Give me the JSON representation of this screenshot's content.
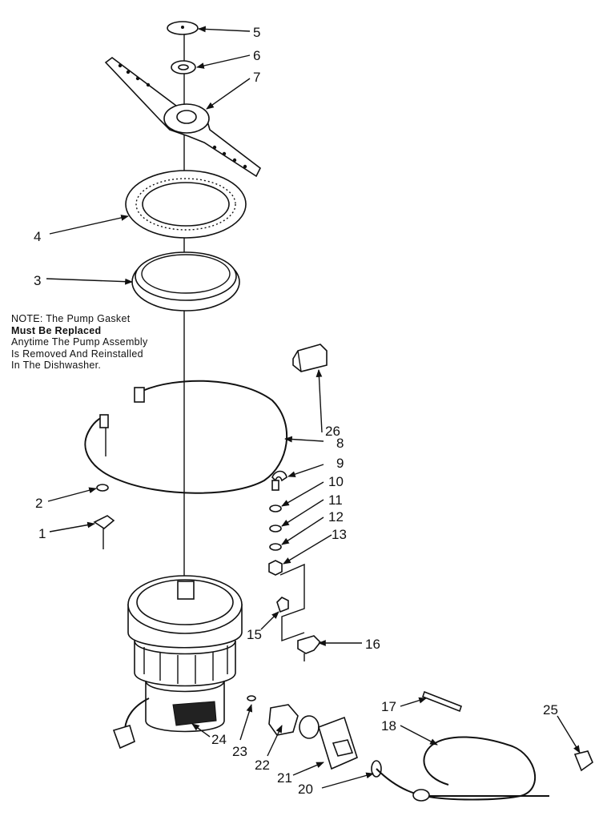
{
  "note": {
    "lines": [
      "NOTE: The Pump Gasket",
      "Must Be Replaced",
      "Anytime The Pump Assembly",
      "Is Removed And Reinstalled",
      "In The Dishwasher."
    ]
  },
  "callouts": [
    "1",
    "2",
    "3",
    "4",
    "5",
    "6",
    "7",
    "8",
    "9",
    "10",
    "11",
    "12",
    "13",
    "15",
    "16",
    "17",
    "18",
    "20",
    "21",
    "22",
    "23",
    "24",
    "25",
    "26"
  ]
}
